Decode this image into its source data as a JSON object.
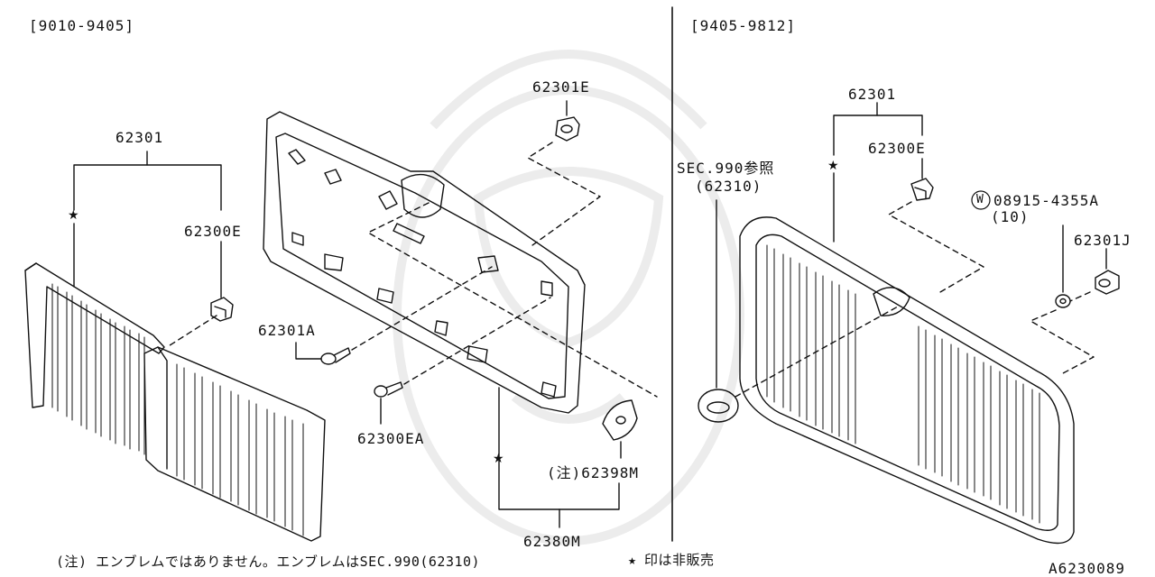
{
  "left_panel": {
    "range": "[9010-9405]",
    "labels": {
      "grille_assembly": "62301",
      "clip": "62300E",
      "screw": "62301A",
      "clip_ea": "62300EA",
      "nut": "62301E",
      "emblem_note": "(注)62398M",
      "frame": "62380M"
    },
    "star": "★"
  },
  "right_panel": {
    "range": "[9405-9812]",
    "labels": {
      "grille_assembly": "62301",
      "clip": "62300E",
      "sec_ref": "SEC.990参照",
      "sec_ref_part": "(62310)",
      "washer_circle": "W",
      "washer_part": "08915-4355A",
      "washer_qty": "(10)",
      "bolt": "62301J"
    },
    "star": "★"
  },
  "footer": {
    "note": "(注) エンブレムではありません。エンブレムはSEC.990(62310)",
    "legend_star": "★",
    "legend_text": "印は非販売",
    "diagram_id": "A6230089"
  },
  "colors": {
    "line": "#111111",
    "paper": "#ffffff"
  }
}
